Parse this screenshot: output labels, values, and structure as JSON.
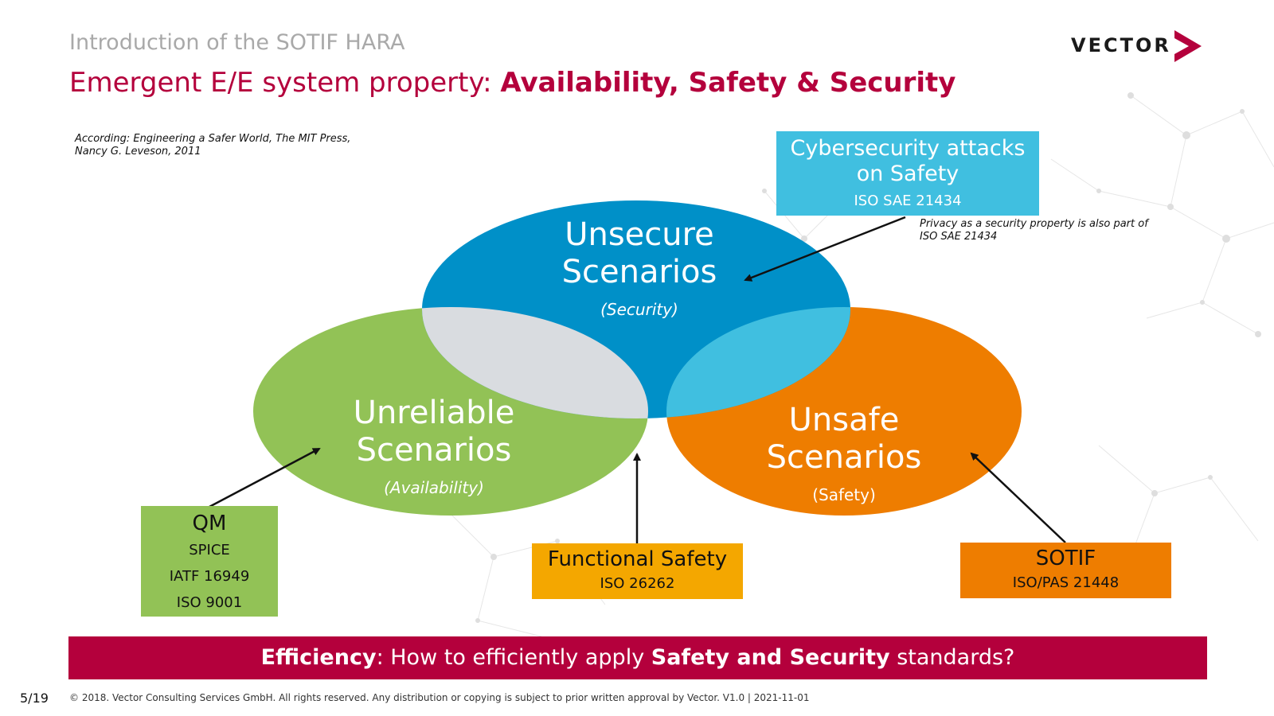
{
  "header": {
    "supertitle": "Introduction of the SOTIF HARA",
    "title_prefix": "Emergent E/E system property: ",
    "title_emphasis": "Availability, Safety & Security",
    "logo_text": "VECTOR"
  },
  "notes": {
    "source": "According: Engineering a Safer World, The MIT Press, Nancy G. Leveson, 2011",
    "privacy": "Privacy as a security property is also part of ISO SAE 21434"
  },
  "venn": {
    "security": {
      "line1": "Unsecure",
      "line2": "Scenarios",
      "sub": "(Security)",
      "color": "#0090c8"
    },
    "availability": {
      "line1": "Unreliable",
      "line2": "Scenarios",
      "sub": "(Availability)",
      "color": "#92c256"
    },
    "safety": {
      "line1": "Unsafe",
      "line2": "Scenarios",
      "sub": "(Safety)",
      "color": "#ee7d00"
    },
    "overlap_colors": {
      "security_availability": "#d9dce0",
      "security_safety": "#40bfe0",
      "availability_safety": "#f9b800",
      "stripe": "#5fb1c5"
    }
  },
  "boxes": {
    "cyber": {
      "title_line1": "Cybersecurity attacks",
      "title_line2": "on Safety",
      "standard": "ISO SAE 21434",
      "color": "#40bfe0"
    },
    "qm": {
      "title": "QM",
      "items": [
        "SPICE",
        "IATF 16949",
        "ISO 9001"
      ],
      "color": "#92c256"
    },
    "functional_safety": {
      "title": "Functional Safety",
      "standard": "ISO 26262",
      "color": "#f4a700"
    },
    "sotif": {
      "title": "SOTIF",
      "standard": "ISO/PAS 21448",
      "color": "#ee7d00"
    }
  },
  "banner": {
    "part1": "Efficiency",
    "part2": ": How to efficiently apply ",
    "part3": "Safety and Security",
    "part4": " standards?",
    "color": "#b4003c"
  },
  "footer": {
    "page": "5/19",
    "copyright": "© 2018. Vector Consulting Services GmbH. All rights reserved. Any distribution or copying is subject to prior written approval by Vector. V1.0 | 2021-11-01"
  }
}
